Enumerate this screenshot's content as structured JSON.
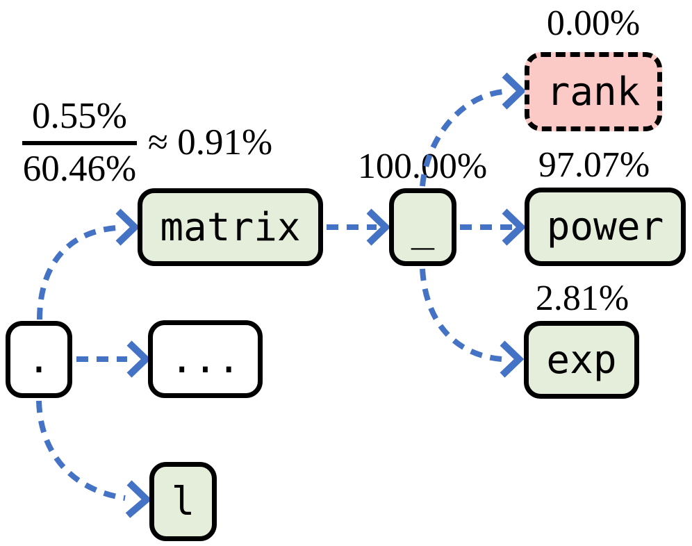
{
  "annotation": {
    "numerator": "0.55%",
    "denominator": "60.46%",
    "approx": "≈ 0.91%"
  },
  "nodes": {
    "root": {
      "label": ".",
      "style": "plain"
    },
    "ellipsis": {
      "label": "...",
      "style": "plain"
    },
    "l": {
      "label": "l",
      "style": "highlighted-green"
    },
    "matrix": {
      "label": "matrix",
      "style": "highlighted-green"
    },
    "underscore": {
      "label": "_",
      "style": "highlighted-green",
      "probability": "100.00%"
    },
    "rank": {
      "label": "rank",
      "style": "rejected-pink-dashed",
      "probability": "0.00%"
    },
    "power": {
      "label": "power",
      "style": "highlighted-green",
      "probability": "97.07%"
    },
    "exp": {
      "label": "exp",
      "style": "highlighted-green",
      "probability": "2.81%"
    }
  },
  "edges": [
    {
      "from": "root",
      "to": "matrix"
    },
    {
      "from": "root",
      "to": "ellipsis"
    },
    {
      "from": "root",
      "to": "l"
    },
    {
      "from": "matrix",
      "to": "underscore"
    },
    {
      "from": "underscore",
      "to": "rank"
    },
    {
      "from": "underscore",
      "to": "power"
    },
    {
      "from": "underscore",
      "to": "exp"
    }
  ],
  "colors": {
    "node_green_fill": "#e5eedb",
    "node_pink_fill": "#fbcac6",
    "arrow_blue": "#4472c4",
    "border_black": "#000000",
    "background": "#ffffff"
  }
}
